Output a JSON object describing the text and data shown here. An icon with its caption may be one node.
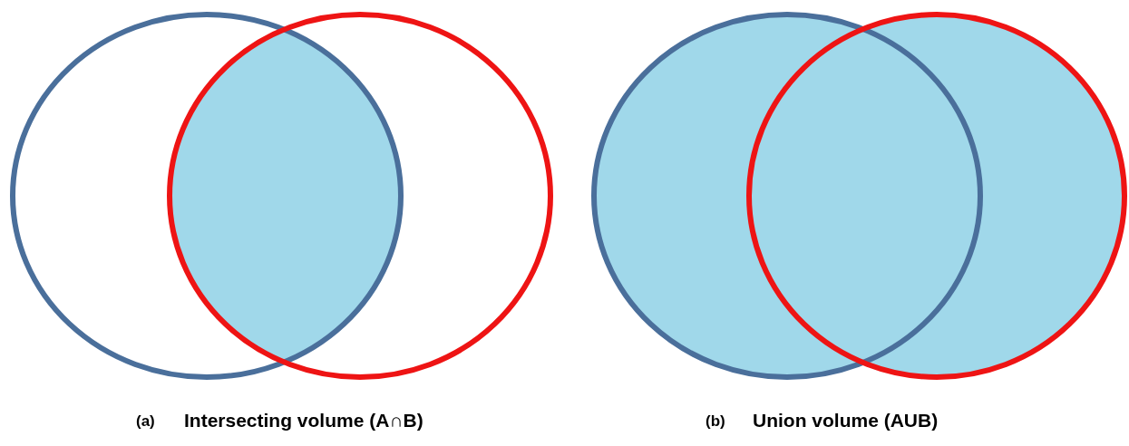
{
  "diagram": {
    "labels": [
      "(a)",
      "Intersecting volume (A∩B)",
      "(b)",
      "Union volume (AUB)"
    ]
  }
}
